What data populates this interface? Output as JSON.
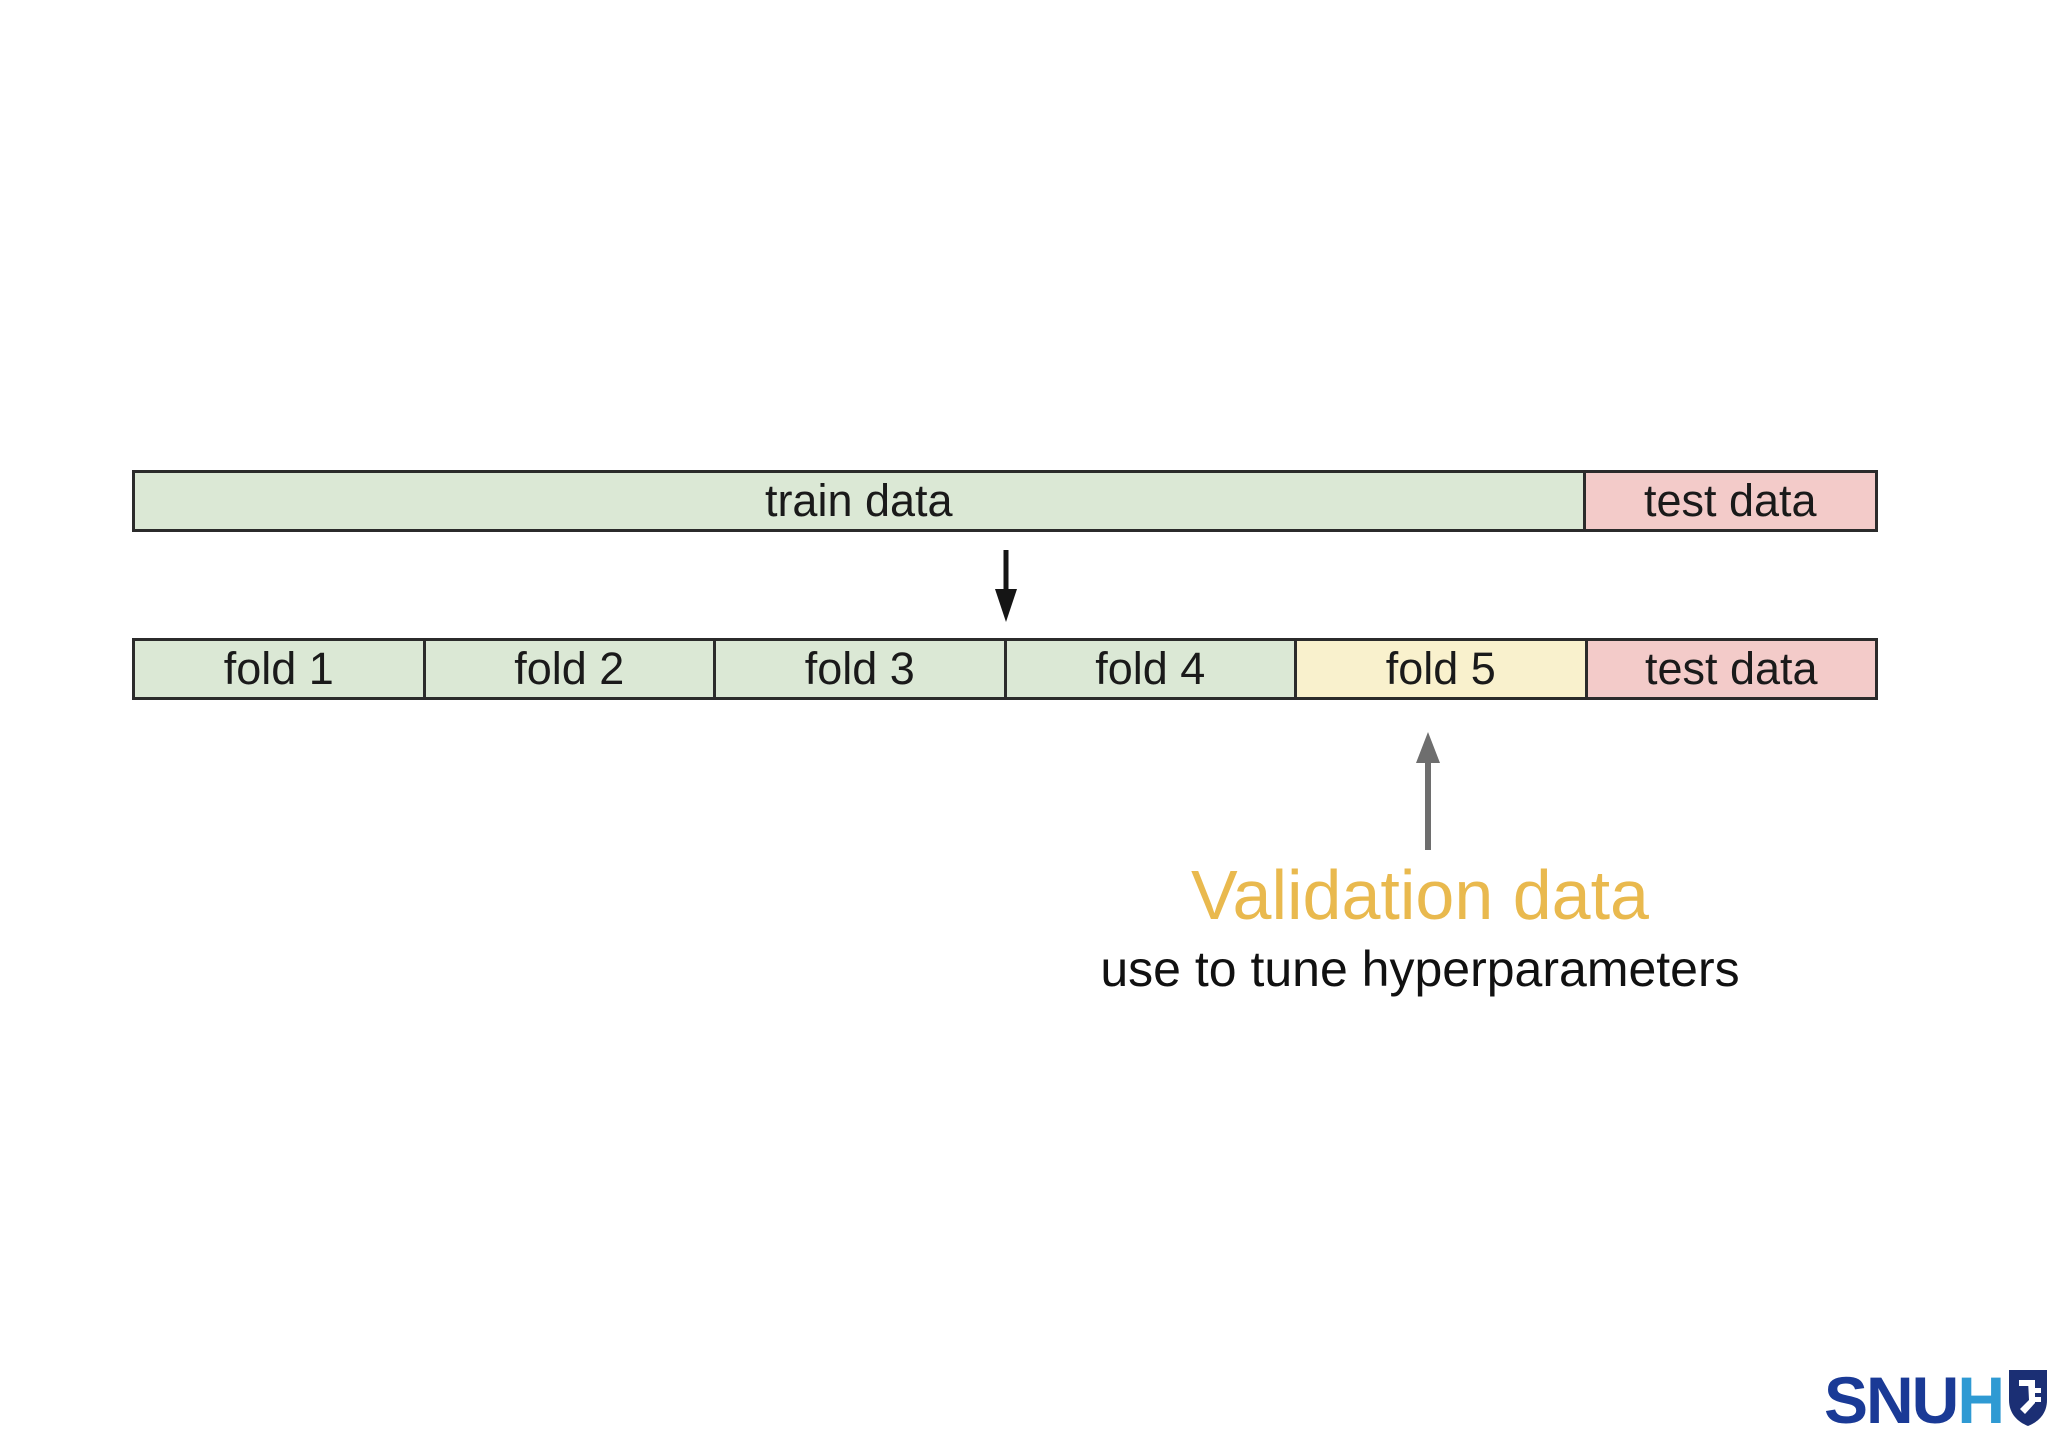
{
  "slide": {
    "background": "#ffffff"
  },
  "colors": {
    "fold_green": "#dbe8d5",
    "fold_yellow": "#f9f1cd",
    "test_pink": "#f3cbc9",
    "border": "#2b2b2b",
    "validation_accent": "#e9b94e",
    "arrow_down": "#151515",
    "arrow_up": "#6e6e6e",
    "logo_navy": "#1a3a96",
    "logo_light_blue": "#2f9ad3",
    "logo_shield_navy": "#1b2f74"
  },
  "top_bar": {
    "segments": [
      "train data",
      "test data"
    ],
    "segment_colors": [
      "fold_green",
      "test_pink"
    ]
  },
  "fold_bar": {
    "segments": [
      "fold 1",
      "fold 2",
      "fold 3",
      "fold 4",
      "fold 5",
      "test data"
    ],
    "segment_colors": [
      "fold_green",
      "fold_green",
      "fold_green",
      "fold_green",
      "fold_yellow",
      "test_pink"
    ]
  },
  "annotation": {
    "title": "Validation data",
    "subtitle": "use to tune hyperparameters"
  },
  "icons": {
    "down_arrow": "arrow-down-icon",
    "up_arrow": "arrow-up-icon",
    "shield": "snuh-shield-icon"
  },
  "logo": {
    "text_primary": "SNU",
    "text_secondary": "H"
  }
}
